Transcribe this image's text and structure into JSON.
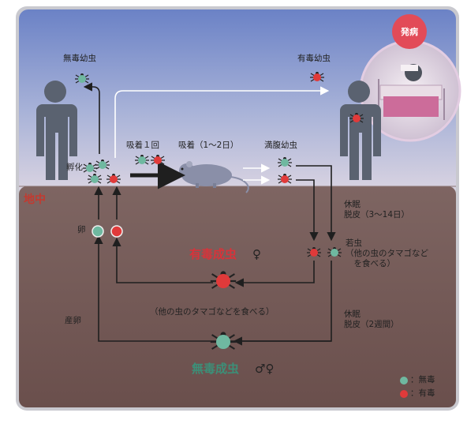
{
  "diagram": {
    "zone_label": "地中",
    "onset_badge": "発病",
    "human_left_label": "無毒幼虫",
    "human_right_label": "有毒幼虫",
    "hatch_label": "孵化",
    "egg_label": "卵",
    "oviposition_label": "産卵",
    "attach_once_label": "吸着１回",
    "attach_days_label": "吸着（1～2日）",
    "engorged_label": "満腹幼虫",
    "molt1_label": "休眠\n脱皮（3～14日）",
    "nymph_label": "若虫\n（他の虫のタマゴなど\n　を食べる）",
    "toxic_adult_label": "有毒成虫",
    "toxic_adult_symbol": "♀",
    "eat_eggs_label": "（他の虫のタマゴなどを食べる）",
    "molt2_label": "休眠\n脱皮（2週間）",
    "nontoxic_adult_label": "無毒成虫",
    "nontoxic_adult_symbol": "♂♀",
    "legend_nontoxic": "：無毒",
    "legend_toxic": "：有毒",
    "colors": {
      "sky": "#7a8cc4",
      "ground": "#6e5452",
      "toxic": "#e03a3a",
      "nontoxic": "#6fb8a0",
      "human": "#5a6270"
    }
  }
}
